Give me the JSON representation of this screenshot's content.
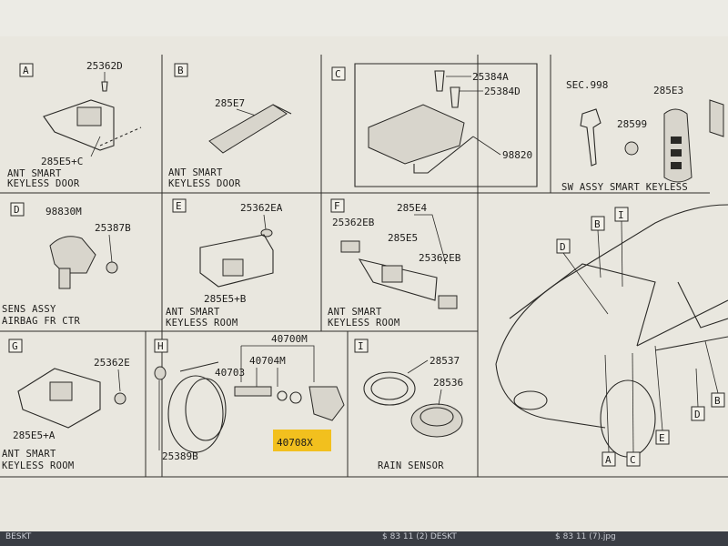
{
  "sections": {
    "A": {
      "letter": "A",
      "parts": [
        "25362D",
        "285E5+C"
      ],
      "caption": [
        "ANT SMART",
        "KEYLESS DOOR"
      ]
    },
    "B": {
      "letter": "B",
      "parts": [
        "285E7"
      ],
      "caption": [
        "ANT SMART",
        "KEYLESS DOOR"
      ]
    },
    "C": {
      "letter": "C",
      "parts": [
        "25384A",
        "25384D",
        "98820"
      ],
      "caption": []
    },
    "key": {
      "parts": [
        "SEC.998",
        "285E3",
        "28599"
      ],
      "caption": [
        "SW ASSY SMART KEYLESS"
      ]
    },
    "D": {
      "letter": "D",
      "parts": [
        "98830M",
        "25387B"
      ],
      "caption": [
        "SENS ASSY",
        "AIRBAG FR CTR"
      ]
    },
    "E": {
      "letter": "E",
      "parts": [
        "25362EA",
        "285E5+B"
      ],
      "caption": [
        "ANT SMART",
        "KEYLESS ROOM"
      ]
    },
    "F": {
      "letter": "F",
      "parts": [
        "285E4",
        "25362EB",
        "285E5",
        "25362EB"
      ],
      "caption": [
        "ANT SMART",
        "KEYLESS ROOM"
      ]
    },
    "G": {
      "letter": "G",
      "parts": [
        "25362E",
        "285E5+A"
      ],
      "caption": [
        "ANT SMART",
        "KEYLESS ROOM"
      ]
    },
    "H": {
      "letter": "H",
      "parts": [
        "40700M",
        "40703",
        "40704M",
        "40708X",
        "25389B"
      ],
      "caption": []
    },
    "I": {
      "letter": "I",
      "parts": [
        "28537",
        "28536"
      ],
      "caption": [
        "RAIN SENSOR"
      ]
    }
  },
  "car_callouts": [
    "B",
    "I",
    "D",
    "A",
    "C",
    "E",
    "D",
    "B"
  ],
  "highlight": {
    "part": "40708X",
    "color": "#f2c01e"
  },
  "taskbar": {
    "items": [
      "BESKT",
      "$ 83 11 (2) DESKT",
      "$ 83 11 (7).jpg"
    ]
  }
}
